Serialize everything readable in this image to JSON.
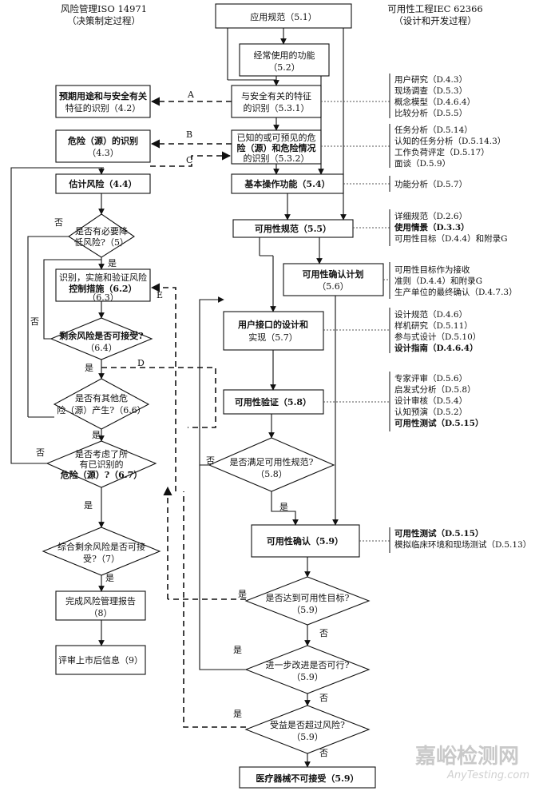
{
  "headers": {
    "left_line1": "风险管理ISO 14971",
    "left_line2": "（决策制定过程）",
    "right_line1": "可用性工程IEC 62366",
    "right_line2": "（设计和开发过程）"
  },
  "right_boxes": {
    "app_spec": "应用规范（5.1）",
    "freq_func_1": "经常使用的功能",
    "freq_func_2": "（5.2）",
    "safety_char_1": "与安全有关的特征",
    "safety_char_2": "的识别（5.3.1）",
    "hazard_1": "已知的或可预见的危",
    "hazard_2": "险（源）和危险情况",
    "hazard_3": "的识别（5.3.2）",
    "basic_op": "基本操作功能（5.4）",
    "usab_spec": "可用性规范（5.5）",
    "verif_plan_1": "可用性确认计划",
    "verif_plan_2": "（5.6）",
    "ui_design_1": "用户接口的设计和",
    "ui_design_2": "实现（5.7）",
    "usab_verif": "可用性验证（5.8）",
    "meet_spec_q_1": "是否满足可用性规范?",
    "meet_spec_q_2": "（5.8）",
    "usab_valid": "可用性确认（5.9）",
    "goal_q_1": "是否达到可用性目标?",
    "goal_q_2": "（5.9）",
    "improve_q_1": "进一步改进是否可行?",
    "improve_q_2": "（5.9）",
    "benefit_q_1": "受益是否超过风险?",
    "benefit_q_2": "（5.9）",
    "unacceptable": "医疗器械不可接受（5.9）"
  },
  "left_boxes": {
    "intended_use_1": "预期用途和与安全有关",
    "intended_use_2": "特征的识别（4.2）",
    "hazard_id_1": "危险（源）的识别",
    "hazard_id_2": "（4.3）",
    "estimate_risk": "估计风险（4.4）",
    "reduce_q_1": "是否有必要降",
    "reduce_q_2": "低风险?（5）",
    "control_1": "识别，实施和验证风险",
    "control_2": "控制措施（6.2）",
    "control_3": "（6.3）",
    "residual_q_1": "剩余风险是否可接受?",
    "residual_q_2": "（6.4）",
    "other_hazard_q_1": "是否有其他危",
    "other_hazard_q_2": "险（源）产生?（6.6）",
    "considered_q_1": "是否考虑了所",
    "considered_q_2": "有已识别的",
    "considered_q_3": "危险（源）?（6.7）",
    "overall_q_1": "综合剩余风险是否可接",
    "overall_q_2": "受?（7）",
    "report_1": "完成风险管理报告",
    "report_2": "（8）",
    "review": "评审上市后信息（9）"
  },
  "annotations": {
    "g1": [
      "用户研究（D.4.3）",
      "现场调查（D.5.3）",
      "概念模型（D.4.6.4）",
      "比较分析（D.5.5）"
    ],
    "g2": [
      "任务分析（D.5.14）",
      "认知的任务分析（D.5.14.3）",
      "工作负荷评定（D.5.17）",
      "面谈（D.5.9）"
    ],
    "g3": [
      "功能分析（D.5.7）"
    ],
    "g4": [
      "详细规范（D.2.6）",
      "使用情景（D.3.3）",
      "可用性目标（D.4.4）和附录G"
    ],
    "g5": [
      "可用性目标作为接收",
      "准则（D.4.4）和附录G",
      "生产单位的最终确认（D.4.7.3）"
    ],
    "g6": [
      "设计规范（D.4.6）",
      "样机研究（D.5.11）",
      "参与式设计（D.5.10）",
      "设计指南（D.4.6.4）"
    ],
    "g7": [
      "专家评审（D.5.6）",
      "启发式分析（D.5.8）",
      "设计审核（D.5.4）",
      "认知预演（D.5.2）",
      "可用性测试（D.5.15）"
    ],
    "g8": [
      "可用性测试（D.5.15）",
      "模拟临床环境和现场测试（D.5.13）"
    ]
  },
  "labels": {
    "yes": "是",
    "no": "否",
    "A": "A",
    "B": "B",
    "C": "C",
    "D": "D",
    "E": "E"
  },
  "watermark": {
    "cn": "嘉峪检测网",
    "en": "AnyTesting.com"
  }
}
